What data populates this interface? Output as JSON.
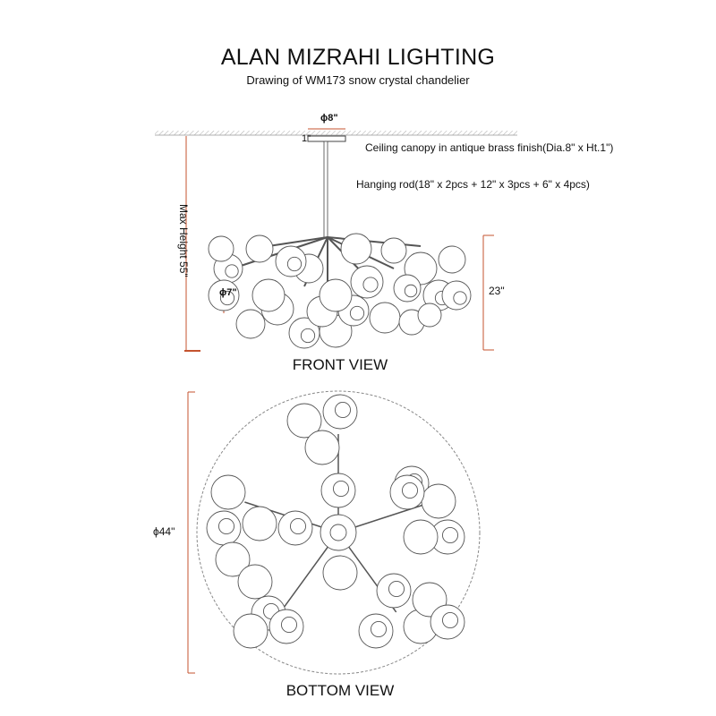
{
  "title": "ALAN MIZRAHI LIGHTING",
  "subtitle": "Drawing of WM173 snow crystal chandelier",
  "dimensions": {
    "canopy_diameter": "ϕ8\"",
    "canopy_height": "1\"",
    "globe_diameter": "ϕ7\"",
    "fixture_height": "23\"",
    "max_height": "Max Height 55\"",
    "overall_diameter": "ϕ44\""
  },
  "annotations": {
    "canopy": "Ceiling canopy in antique brass finish(Dia.8\" x Ht.1\")",
    "rod": "Hanging rod(18\" x 2pcs + 12\" x 3pcs + 6\" x 4pcs)"
  },
  "views": {
    "front": "FRONT VIEW",
    "bottom": "BOTTOM VIEW"
  },
  "colors": {
    "dimension": "#c4532f",
    "line": "#555555"
  }
}
